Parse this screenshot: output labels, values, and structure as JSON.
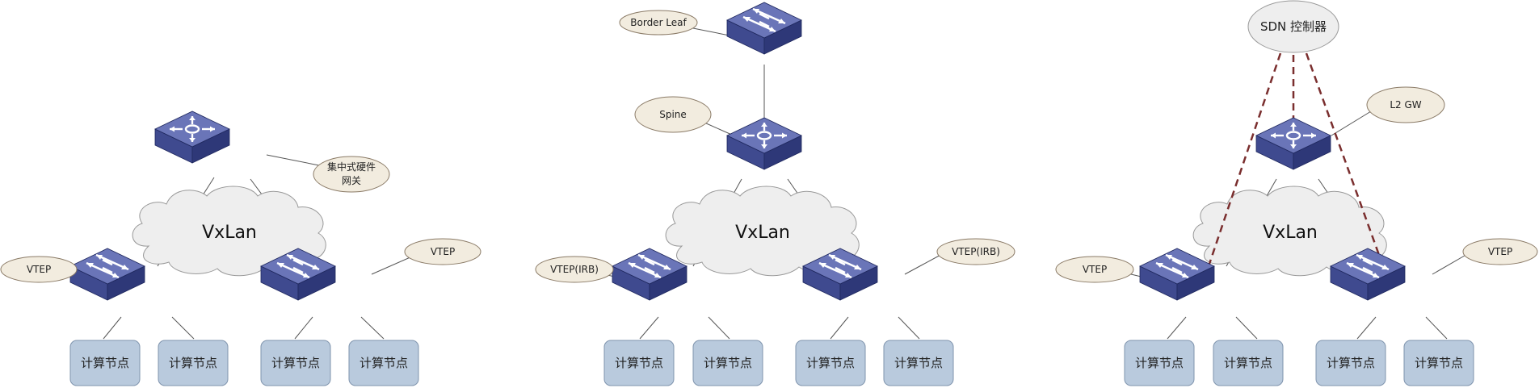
{
  "panels": [
    {
      "cloud_label": "VxLan",
      "gateway_label_line1": "集中式硬件",
      "gateway_label_line2": "网关",
      "left_leaf_label": "VTEP",
      "right_leaf_label": "VTEP",
      "nodes": [
        "计算节点",
        "计算节点",
        "计算节点",
        "计算节点"
      ]
    },
    {
      "cloud_label": "VxLan",
      "border_leaf_label": "Border Leaf",
      "spine_label": "Spine",
      "left_leaf_label": "VTEP(IRB)",
      "right_leaf_label": "VTEP(IRB)",
      "nodes": [
        "计算节点",
        "计算节点",
        "计算节点",
        "计算节点"
      ]
    },
    {
      "cloud_label": "VxLan",
      "controller_label": "SDN 控制器",
      "gateway_label": "L2 GW",
      "left_leaf_label": "VTEP",
      "right_leaf_label": "VTEP",
      "nodes": [
        "计算节点",
        "计算节点",
        "计算节点",
        "计算节点"
      ]
    }
  ],
  "colors": {
    "device_top": "#6a75b8",
    "device_front": "#3f4a8f",
    "device_side": "#2e3878",
    "cloud_fill": "#eeeeee",
    "cloud_stroke": "#999999",
    "bubble_fill": "#f2ecdf",
    "bubble_stroke": "#8a7a66",
    "node_fill": "#b9cadd",
    "node_stroke": "#7f94ad",
    "dashed_link": "#7a2e2e"
  }
}
